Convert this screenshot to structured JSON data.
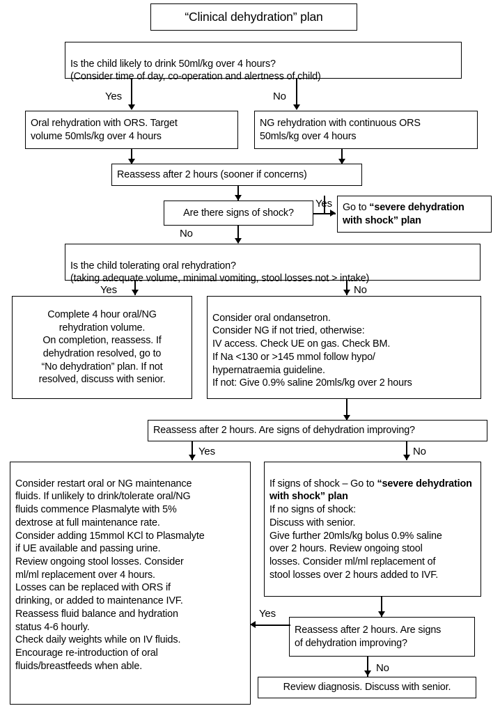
{
  "title": "“Clinical dehydration” plan",
  "nodes": {
    "q_drink": "Is the child likely to drink 50ml/kg over 4 hours?\n(Consider time of day, co-operation and alertness of child)",
    "oral_rehydration": "Oral rehydration with ORS. Target\nvolume 50mls/kg over 4 hours",
    "ng_rehydration": "NG rehydration with continuous ORS\n50mls/kg over 4 hours",
    "reassess_2h": "Reassess after 2 hours (sooner if concerns)",
    "q_shock": "Are there signs of shock?",
    "goto_severe_pre": "Go to ",
    "goto_severe_bold": "“severe dehydration with shock” plan",
    "q_tolerating": "Is the child tolerating oral rehydration?\n(taking adequate volume, minimal vomiting, stool losses not > intake)",
    "complete_4h": "Complete 4 hour oral/NG\nrehydration volume.\nOn completion, reassess. If\ndehydration resolved, go to\n“No dehydration” plan. If not\nresolved, discuss with senior.",
    "consider_ondansetron": "Consider oral ondansetron.\nConsider NG if not tried, otherwise:\nIV access. Check UE on gas. Check BM.\nIf Na <130 or >145 mmol follow hypo/\nhypernatraemia guideline.\nIf not: Give 0.9% saline 20mls/kg over 2 hours",
    "reassess_improving_1": "Reassess after 2 hours. Are signs of dehydration improving?",
    "maintenance_fluids": "Consider restart oral or NG maintenance\nfluids. If unlikely to drink/tolerate oral/NG\nfluids commence Plasmalyte with 5%\ndextrose at full maintenance rate.\nConsider adding 15mmol KCl to Plasmalyte\nif UE available and passing urine.\nReview ongoing stool losses.  Consider\nml/ml replacement over 4 hours.\nLosses can be replaced with ORS if\ndrinking, or added to maintenance IVF.\nReassess fluid balance and hydration\nstatus 4-6 hourly.\nCheck daily weights while on IV fluids.\nEncourage re-introduction of oral\nfluids/breastfeeds when able.",
    "shock_branch_pre": "If signs of shock – Go to ",
    "shock_branch_bold": "“severe dehydration with shock” plan",
    "shock_branch_post": "\nIf no signs of shock:\nDiscuss with senior.\nGive further 20mls/kg bolus 0.9% saline\nover 2 hours. Review ongoing stool\nlosses. Consider ml/ml replacement of\nstool losses over 2 hours added to IVF.",
    "reassess_improving_2": "Reassess after 2 hours. Are signs\nof dehydration improving?",
    "review_diagnosis": "Review diagnosis. Discuss with senior."
  },
  "edge_labels": {
    "yes1": "Yes",
    "no1": "No",
    "yes_shock": "Yes",
    "no_shock": "No",
    "yes_tolerating": "Yes",
    "no_tolerating": "No",
    "yes_improving1": "Yes",
    "no_improving1": "No",
    "yes_improving2": "Yes",
    "no_improving2": "No"
  },
  "colors": {
    "line": "#000000",
    "background": "#ffffff",
    "text": "#000000"
  }
}
